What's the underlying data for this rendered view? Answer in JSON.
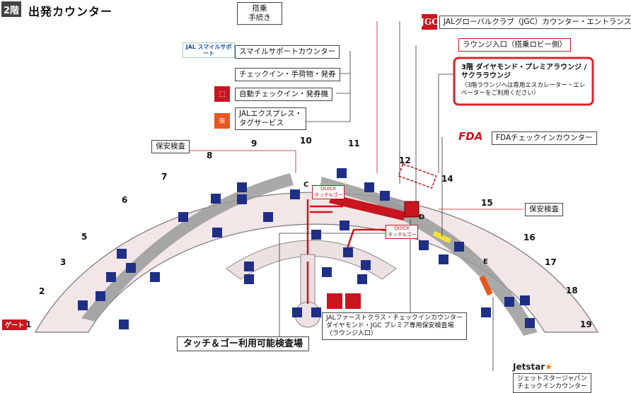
{
  "header": {
    "floor": "2階",
    "title": "出発カウンター"
  },
  "callouts": {
    "boarding_procedures": "搭乗\n手続き",
    "jgc_entrance": "JALグローバルクラブ（JGC）カウンター・エントランス",
    "jgc_logo": "JGC",
    "lounge_entrance": "ラウンジ入口（搭乗ロビー側）",
    "lounge_3f_title": "3階  ダイヤモンド・プレミアラウンジ / サクララウンジ",
    "lounge_3f_note": "（3階ラウンジへは専用エスカレーター・エレベーターをご利用ください）",
    "smile_support": "スマイルサポートカウンター",
    "jal_smile_logo": "JAL スマイルサポート",
    "checkin_baggage": "チェックイン・手荷物・発券",
    "auto_checkin": "自動チェックイン・発券機",
    "express_tag": "JALエクスプレス・\nタグサービス",
    "fda_logo": "FDA",
    "fda_counter": "FDAチェックインカウンター",
    "security_left": "保安検査",
    "security_right": "保安検査",
    "first_class": "JALファーストクラス・チェックインカウンター\nダイヤモンド・JGC プレミア専用保安検査場\n（ラウンジ入口）",
    "touch_go": "タッチ＆ゴー利用可能検査場",
    "jetstar_logo": "Jetstar",
    "jetstar_counter": "ジェットスタージャパン\nチェックインカウンター",
    "gate_tag": "ゲート"
  },
  "gates": [
    "1",
    "2",
    "3",
    "5",
    "6",
    "7",
    "8",
    "9",
    "10",
    "11",
    "12",
    "14",
    "15",
    "16",
    "17",
    "18",
    "19"
  ],
  "area_letters": [
    "C",
    "D",
    "E"
  ],
  "quick_tags": [
    "QUICK\nタッチ&ゴー",
    "QUICK\nタッチ&ゴー"
  ],
  "colors": {
    "floor_fill": "#f2e6e6",
    "counter": "#9a9a9a",
    "jal_red": "#c8151f",
    "route": "#d0121b",
    "fda_yellow": "#f1e23a",
    "jetstar_orange": "#e8571e",
    "icon_blue": "#1f2f86"
  }
}
